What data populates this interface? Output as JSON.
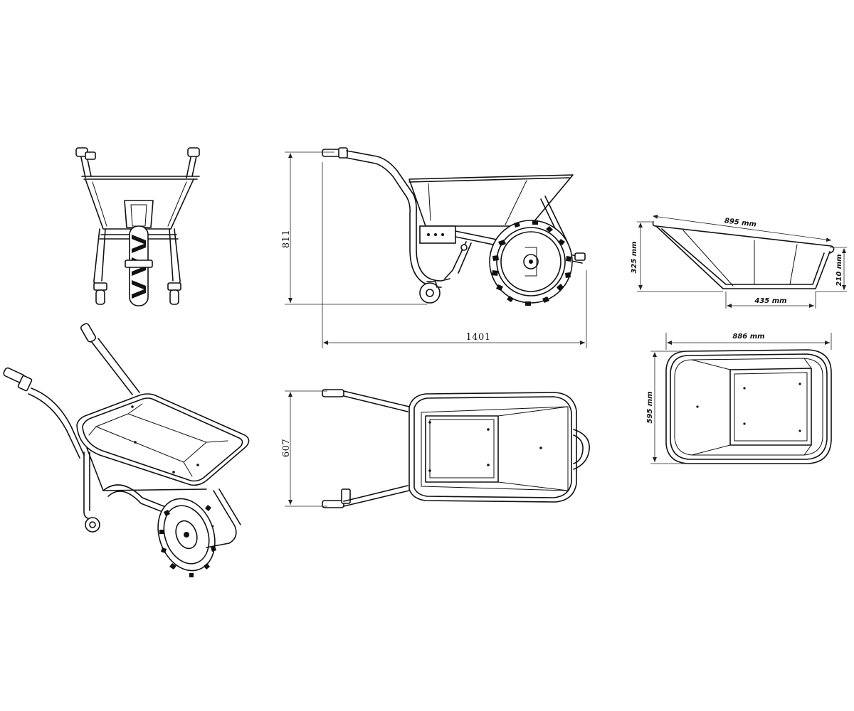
{
  "side_view": {
    "height_label": "811",
    "length_label": "1401"
  },
  "top_view": {
    "width_label": "607"
  },
  "tray_side": {
    "top_length": "895 mm",
    "bottom_length": "435 mm",
    "left_height": "325 mm",
    "right_height": "210 mm"
  },
  "tray_top": {
    "length": "886 mm",
    "width": "595 mm"
  }
}
